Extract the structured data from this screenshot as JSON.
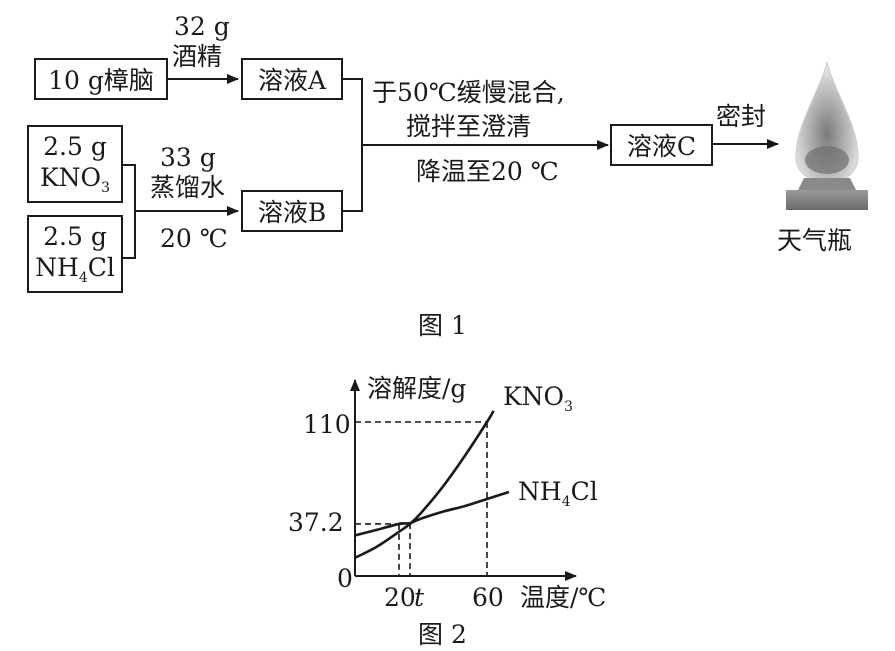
{
  "figure1": {
    "box_camphor": "10 g樟脑",
    "box_kno3": [
      "2.5 g",
      "KNO3"
    ],
    "box_nh4cl": [
      "2.5 g",
      "NH4Cl"
    ],
    "box_a": "溶液A",
    "box_b": "溶液B",
    "box_c": "溶液C",
    "alcohol_amount": "32 g",
    "alcohol_name": "酒精",
    "water_amount": "33 g",
    "water_name": "蒸馏水",
    "water_temp": "20 ℃",
    "mix_line1": "于50℃缓慢混合,",
    "mix_line2": "搅拌至澄清",
    "mix_line3": "降温至20 ℃",
    "seal": "密封",
    "device": "天气瓶",
    "caption": "图 1"
  },
  "figure2": {
    "caption": "图 2",
    "y_label": "溶解度/g",
    "x_label": "温度/℃",
    "origin": "0",
    "y_ticks": [
      "110",
      "37.2"
    ],
    "x_ticks": [
      "20",
      "t",
      "60"
    ]
  },
  "chart_data": {
    "type": "line",
    "xlabel": "温度/℃",
    "ylabel": "溶解度/g",
    "series": [
      {
        "name": "KNO3",
        "x": [
          0,
          10,
          20,
          25,
          30,
          40,
          50,
          60,
          63
        ],
        "y": [
          13,
          21,
          31.6,
          37.2,
          45,
          64,
          86,
          110,
          118
        ]
      },
      {
        "name": "NH4Cl",
        "x": [
          0,
          10,
          20,
          25,
          30,
          40,
          50,
          60,
          70
        ],
        "y": [
          29,
          33,
          37.2,
          37.8,
          41,
          46,
          50,
          55,
          60
        ]
      }
    ],
    "annotations": [
      {
        "label": "37.2",
        "x": 20,
        "y": 37.2
      },
      {
        "label": "t",
        "x": 25
      },
      {
        "label": "110",
        "x": 60,
        "y": 110
      }
    ]
  }
}
